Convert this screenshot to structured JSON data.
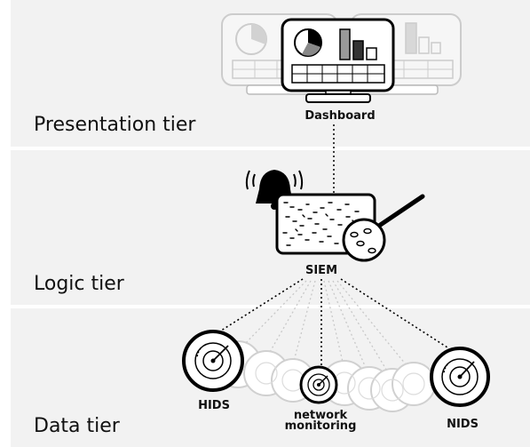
{
  "tiers": {
    "presentation": "Presentation tier",
    "logic": "Logic tier",
    "data": "Data tier"
  },
  "nodes": {
    "dashboard": "Dashboard",
    "siem": "SIEM",
    "hids": "HIDS",
    "network_monitoring_line1": "network",
    "network_monitoring_line2": "monitoring",
    "nids": "NIDS"
  },
  "icons": {
    "dashboard": "monitor-icon",
    "alarm": "bell-icon",
    "siem": "log-analysis-icon",
    "sensor": "radar-icon"
  }
}
